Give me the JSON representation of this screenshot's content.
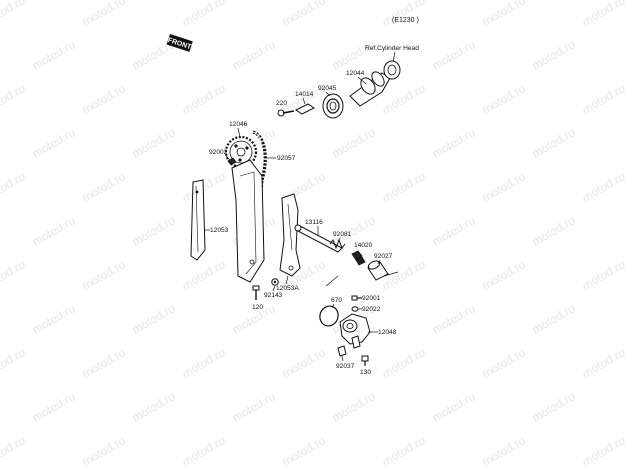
{
  "diagram": {
    "code": "(E1230 )",
    "ref_note": "Ref.Cylinder Head",
    "front_badge": "FRONT",
    "watermark": "motod.ru",
    "labels": {
      "p12044": "12044",
      "p92045": "92045",
      "p14014": "14014",
      "p220": "220",
      "p12046": "12046",
      "p92002": "92002",
      "p92057": "92057",
      "p12053": "12053",
      "p13116": "13116",
      "p92081": "92081",
      "p14020": "14020",
      "p92027": "92027",
      "p12053A": "12053A",
      "p92143": "92143",
      "p120": "120",
      "p670": "670",
      "p92001": "92001",
      "p92022": "92022",
      "p12048": "12048",
      "p92037": "92037",
      "p130": "130"
    }
  }
}
